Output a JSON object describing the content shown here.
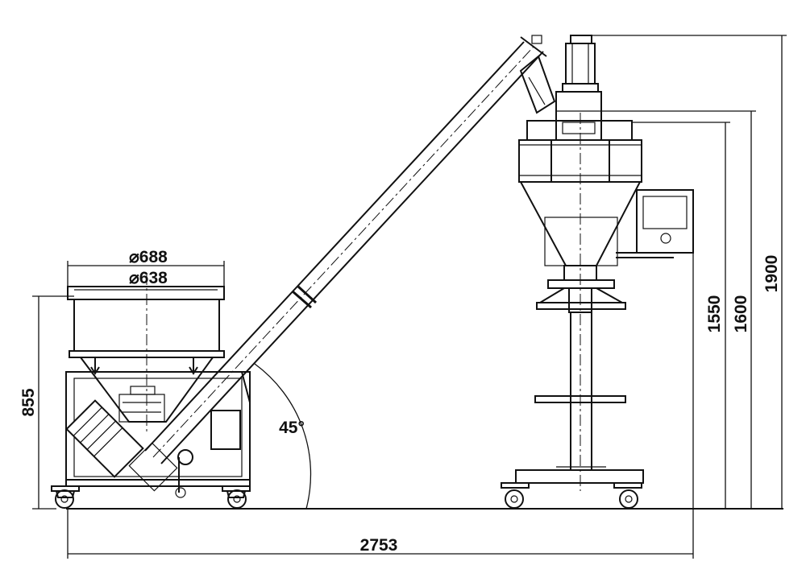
{
  "dimensions": {
    "hopper_outer_diameter": "⌀688",
    "hopper_inner_diameter": "⌀638",
    "feeder_height": "855",
    "incline_angle": "45°",
    "overall_length": "2753",
    "height_1": "1550",
    "height_2": "1600",
    "height_3": "1900"
  }
}
